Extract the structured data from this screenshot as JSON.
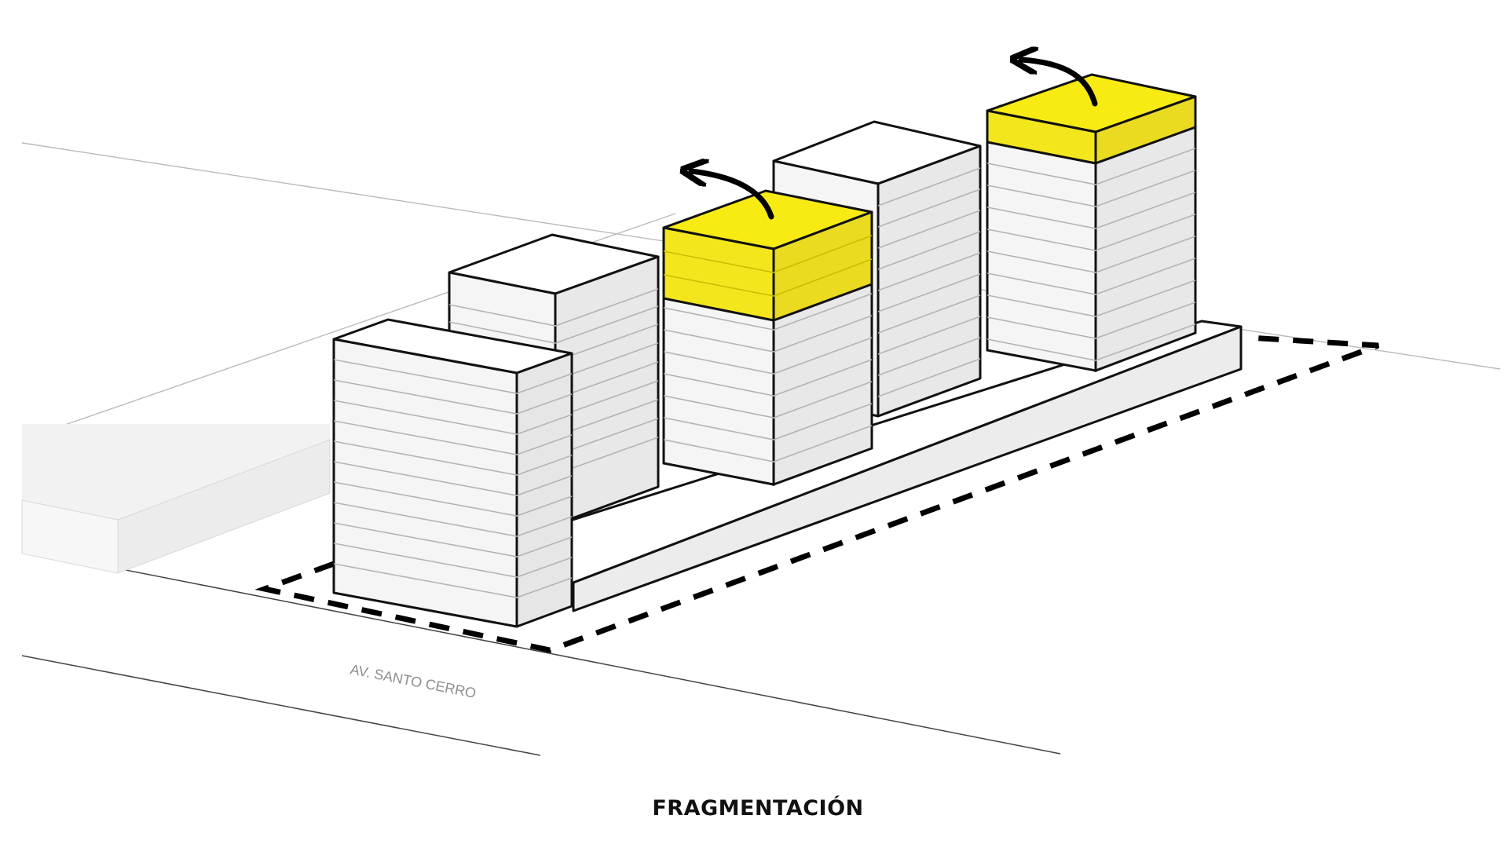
{
  "diagram": {
    "street_label": "AV. SANTO CERRO",
    "caption": "FRAGMENTACIÓN"
  },
  "colors": {
    "highlight": "#f7ea16",
    "highlight_side": "#ecdd1e",
    "mass_top": "#ffffff",
    "mass_front": "#f4f4f4",
    "mass_side": "#e6e6e6",
    "outline": "#111111",
    "boundary": "#000000"
  },
  "elements": [
    {
      "name": "neighbor-building-mass",
      "highlighted": false
    },
    {
      "name": "podium-base",
      "highlighted": false
    },
    {
      "name": "tower-front-left",
      "highlighted": false
    },
    {
      "name": "tower-back-left",
      "highlighted": false
    },
    {
      "name": "tower-middle-highlighted-top",
      "highlighted": true
    },
    {
      "name": "tower-back-middle",
      "highlighted": false
    },
    {
      "name": "tower-right-highlighted-top",
      "highlighted": true
    }
  ]
}
